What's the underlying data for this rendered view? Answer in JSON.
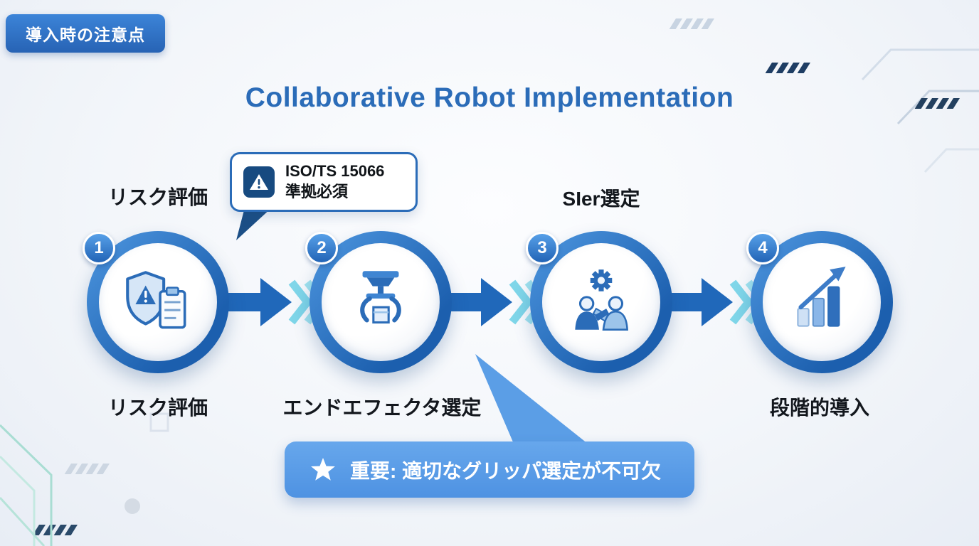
{
  "badge": {
    "label": "導入時の注意点"
  },
  "title": "Collaborative Robot Implementation",
  "steps": [
    {
      "number": "1",
      "label_top": "リスク評価",
      "label_bottom": "リスク評価",
      "icon": "shield-warning-checklist-icon"
    },
    {
      "number": "2",
      "label_bottom": "エンドエフェクタ選定",
      "icon": "robot-gripper-icon"
    },
    {
      "number": "3",
      "label_top": "SIer選定",
      "icon": "partnership-gear-icon"
    },
    {
      "number": "4",
      "label_bottom": "段階的導入",
      "icon": "growth-chart-icon"
    }
  ],
  "callouts": {
    "iso": {
      "icon": "warning-triangle-icon",
      "line1": "ISO/TS 15066",
      "line2": "準拠必須"
    },
    "important": {
      "icon": "star-icon",
      "text": "重要: 適切なグリッパ選定が不可欠"
    }
  },
  "colors": {
    "accent_blue": "#2b6cb8",
    "ring_blue": "#1c5fae",
    "arrow_blue": "#2068ba",
    "chevron_cyan": "#7fd6e9",
    "callout_blue": "#5b9ee6",
    "badge_blue": "#2f6fc4",
    "warning_navy": "#174a80"
  }
}
